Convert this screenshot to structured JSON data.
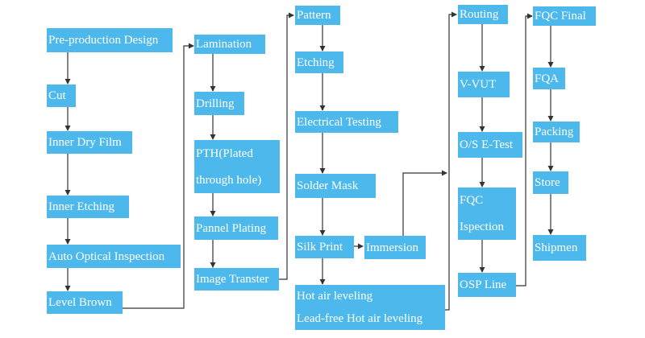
{
  "colors": {
    "node_fill": "#4cb8ec",
    "node_text": "#ffffff",
    "connector": "#333333"
  },
  "column1": {
    "pre_production_design": "Pre-production Design",
    "cut": "Cut",
    "inner_dry_film": "Inner Dry Film",
    "inner_etching": "Inner Etching",
    "auto_optical_inspection": "Auto Optical Inspection",
    "level_brown": "Level Brown"
  },
  "column2": {
    "lamination": "Lamination",
    "drilling": "Drilling",
    "pth_line1": "PTH(Plated",
    "pth_line2": "through hole)",
    "pannel_plating": "Pannel Plating",
    "image_transter": "Image Transter"
  },
  "column3": {
    "pattern": "Pattern",
    "etching": "Etching",
    "electrical_testing": "Electrical Testing",
    "solder_mask": "Solder Mask",
    "silk_print": "Silk Print",
    "immersion": "Immersion",
    "hot_air_leveling": "Hot air leveling",
    "lead_free_hot_air_leveling": "Lead-free Hot air leveling"
  },
  "column4": {
    "routing": "Routing",
    "v_vut": "V-VUT",
    "os_e_test": "O/S E-Test",
    "fqc_ispection_line1": "FQC",
    "fqc_ispection_line2": "Ispection",
    "osp_line": "OSP Line"
  },
  "column5": {
    "fqc_final": "FQC Final",
    "fqa": "FQA",
    "packing": "Packing",
    "store": "Store",
    "shipmen": "Shipmen"
  }
}
